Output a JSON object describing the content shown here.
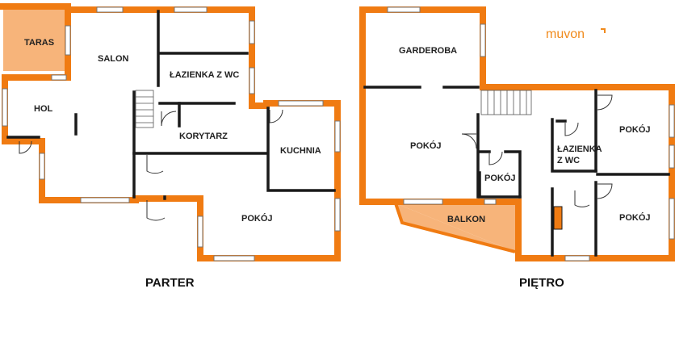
{
  "plans": {
    "ground": {
      "title": "PARTER",
      "rooms": {
        "taras": "TARAS",
        "salon": "SALON",
        "hol": "HOL",
        "lazienka": "ŁAZIENKA Z WC",
        "korytarz": "KORYTARZ",
        "kuchnia": "KUCHNIA",
        "pokoj": "POKÓJ"
      }
    },
    "upper": {
      "title": "PIĘTRO",
      "rooms": {
        "garderoba": "GARDEROBA",
        "pokoj_left": "POKÓJ",
        "pokoj_small": "POKÓJ",
        "balkon": "BALKON",
        "lazienka_line1": "ŁAZIENKA",
        "lazienka_line2": "Z WC",
        "pokoj_right_top": "POKÓJ",
        "pokoj_right_bottom": "POKÓJ"
      }
    }
  },
  "logo": {
    "text": "muvon"
  },
  "colors": {
    "outer_wall": "#f07b12",
    "terrace_fill": "#f7b47a",
    "interior_wall": "#1a1a1a"
  }
}
